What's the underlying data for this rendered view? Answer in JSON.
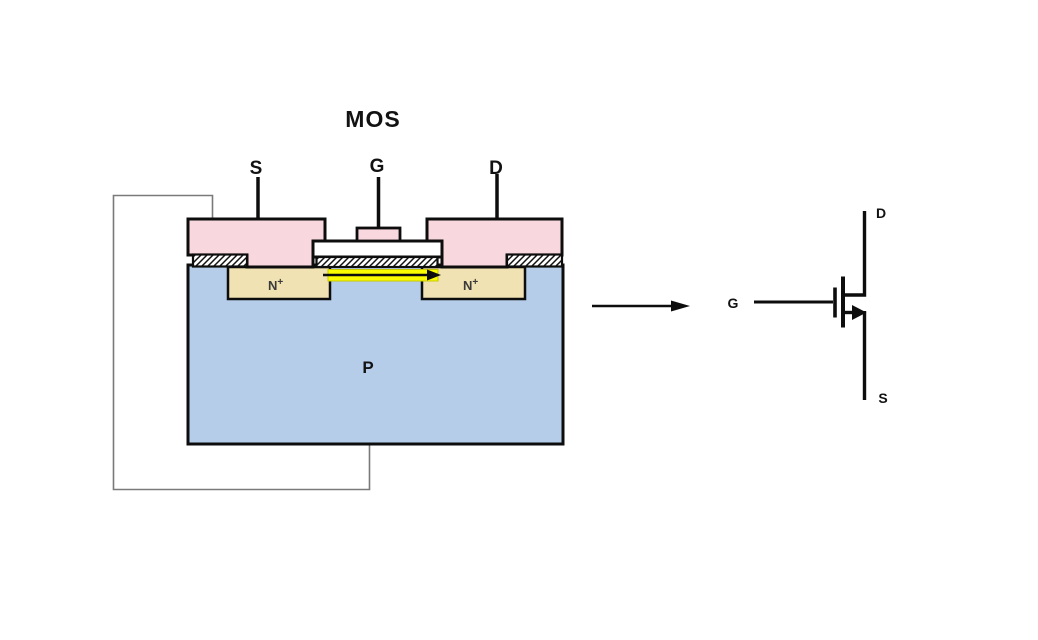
{
  "title": "MOS",
  "colors": {
    "metal_pink": "#F8D8DE",
    "substrate_blue": "#B5CDE8",
    "nplus_tan": "#F0E2B2",
    "channel_yellow": "#FCFC00",
    "oxide_white": "#FFFFFF",
    "line_black": "#0D0D0D",
    "wire_gray": "#7A7A7A"
  },
  "cross_section": {
    "source_terminal": "S",
    "gate_terminal": "G",
    "drain_terminal": "D",
    "substrate_label": "P",
    "source_region": "N",
    "source_region_sup": "+",
    "drain_region": "N",
    "drain_region_sup": "+"
  },
  "symbol": {
    "gate_label": "G",
    "drain_label": "D",
    "source_label": "S"
  }
}
